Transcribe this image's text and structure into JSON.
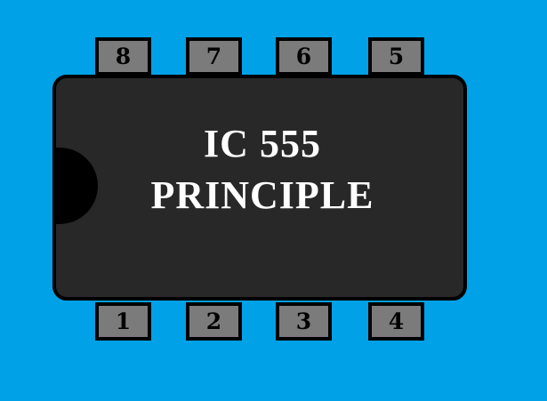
{
  "chip": {
    "title_line1": "IC 555",
    "title_line2": "PRINCIPLE"
  },
  "pins": {
    "top": [
      "8",
      "7",
      "6",
      "5"
    ],
    "bottom": [
      "1",
      "2",
      "3",
      "4"
    ]
  },
  "colors": {
    "background": "#00a1e6",
    "body": "#282828",
    "pin": "#7b7b7b",
    "outline": "#000000",
    "text": "#ffffff"
  }
}
